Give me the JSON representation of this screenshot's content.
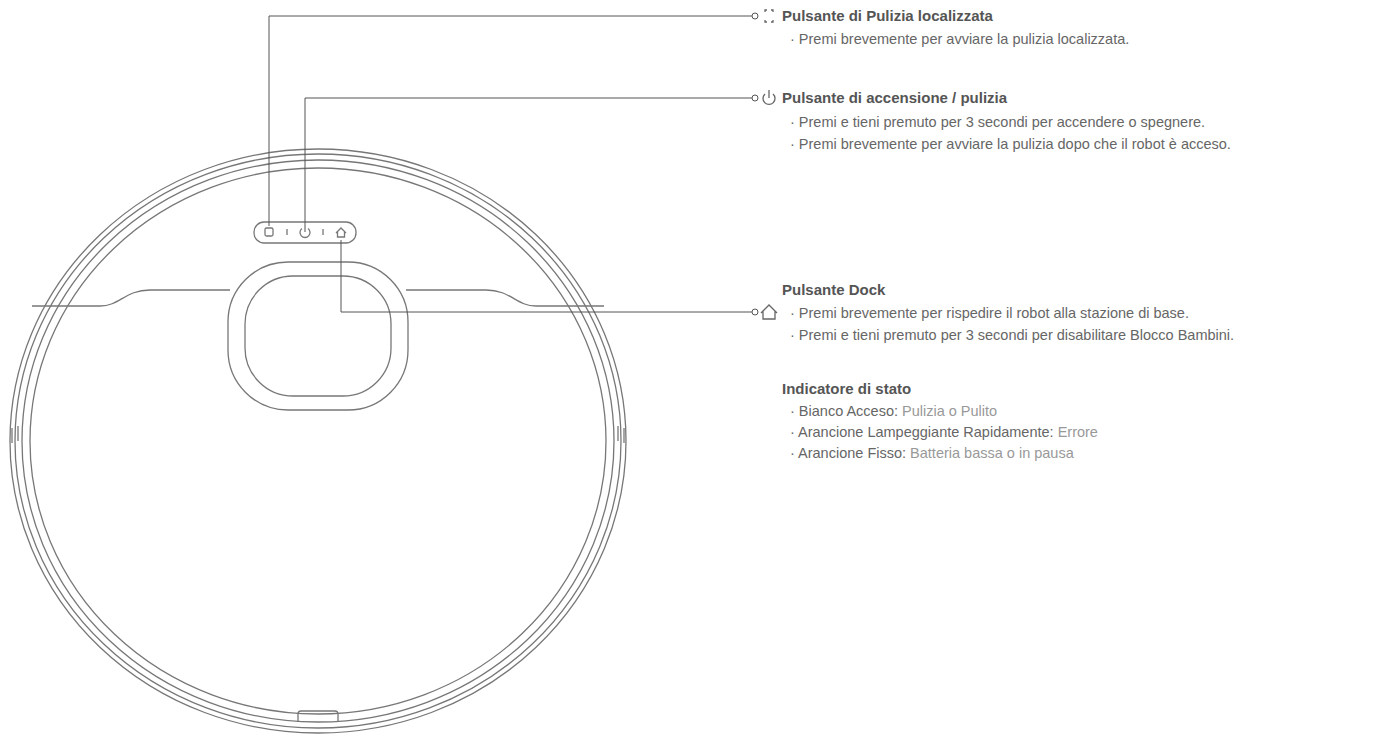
{
  "diagram": {
    "labels": [
      "Pulsante di Pulizia localizzata",
      "· Premi brevemente per avviare la pulizia localizzata.",
      "Pulsante di accensione / pulizia",
      "· Premi e tieni premuto per 3 secondi per accendere o spegnere.",
      "· Premi brevemente per avviare la pulizia dopo che il robot è acceso.",
      "Pulsante Dock",
      "· Premi brevemente per rispedire il robot alla stazione di base.",
      "· Premi e tieni premuto per 3 secondi per disabilitare Blocco Bambini.",
      "Indicatore di stato",
      "· Bianco Acceso:",
      "Pulizia o Pulito",
      "· Arancione Lampeggiante Rapidamente:",
      "Errore",
      "· Arancione Fisso:",
      "Batteria bassa o in pausa"
    ]
  }
}
